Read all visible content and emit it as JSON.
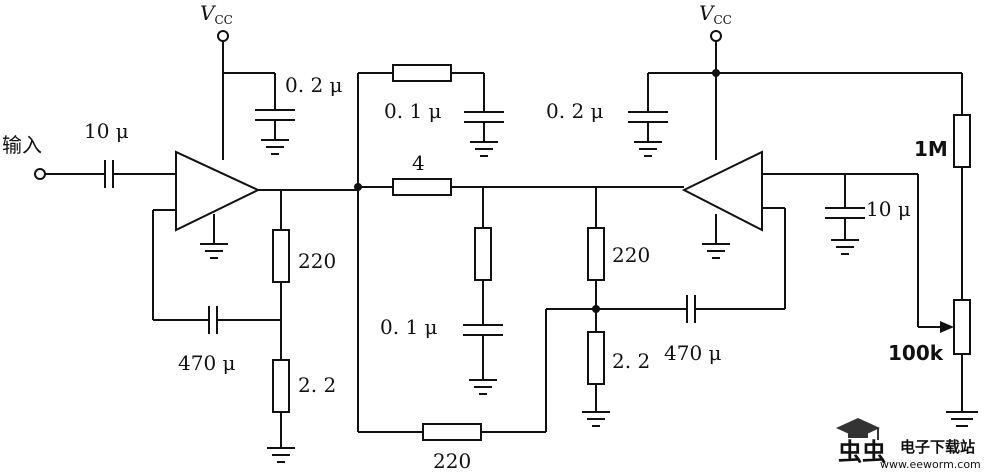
{
  "diagram": {
    "supply_label": "V",
    "supply_sub": "CC",
    "input_label": "输入",
    "components": {
      "c_in": "10 μ",
      "c_dec_left": "0. 2 μ",
      "c_top_mid": "0. 1 μ",
      "c_dec_right": "0. 2 μ",
      "r_series": "4",
      "c_out": "10 μ",
      "r_pot_top": "1M",
      "r_left_fb": "220",
      "c_left_fb": "470 μ",
      "r_left_gnd": "2. 2",
      "c_mid_series": "0. 1 μ",
      "r_right_fb": "220",
      "c_right_fb": "470 μ",
      "r_right_gnd": "2. 2",
      "pot": "100k",
      "r_bottom": "220"
    }
  },
  "watermark": {
    "logo_text": "虫虫",
    "site_name": "电子下载站",
    "url": "www.eeworm.com",
    "color": "#c0392b"
  }
}
